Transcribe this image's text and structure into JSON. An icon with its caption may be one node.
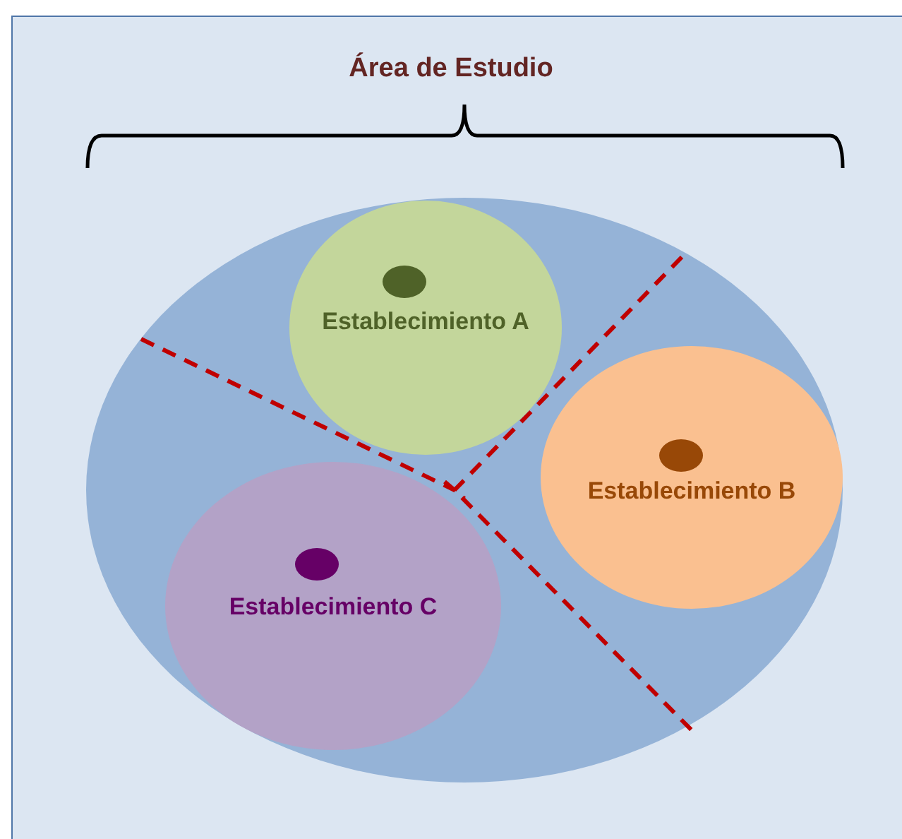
{
  "diagram": {
    "title": "Área de Estudio",
    "nodes": [
      {
        "text": [],
        "shape": "circle"
      },
      {
        "text": [
          "Establecimiento A"
        ],
        "in": 0
      },
      {
        "text": [
          "Establecimiento B"
        ],
        "in": 0
      },
      {
        "text": [
          "Establecimiento C"
        ],
        "in": 0
      }
    ],
    "edges": []
  }
}
